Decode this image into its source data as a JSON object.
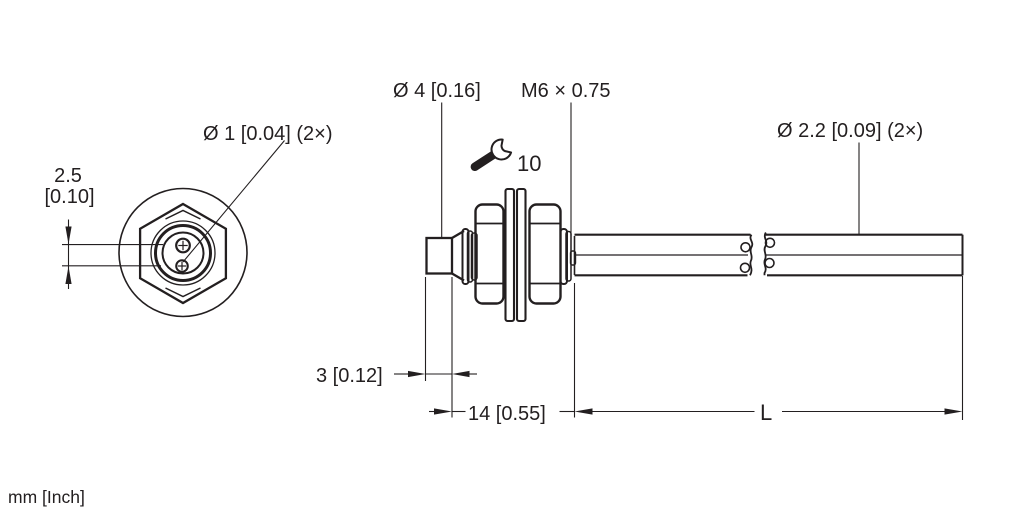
{
  "drawing": {
    "type": "technical-dimension-drawing",
    "units_note": "mm [Inch]",
    "line_color": "#231f20",
    "background_color": "#ffffff",
    "front_view": {
      "pin_diameter_label": "Ø 1 [0.04] (2×)",
      "pin_spacing_mm": "2.5",
      "pin_spacing_inch": "[0.10]"
    },
    "side_view": {
      "tip_diameter_label": "Ø 4 [0.16]",
      "thread_label": "M6 × 0.75",
      "wrench_size_label": "10",
      "sheath_diameter_label": "Ø 2.2 [0.09] (2×)",
      "tip_length_label": "3 [0.12]",
      "mount_length_label": "14 [0.55]",
      "probe_length_label": "L"
    }
  }
}
